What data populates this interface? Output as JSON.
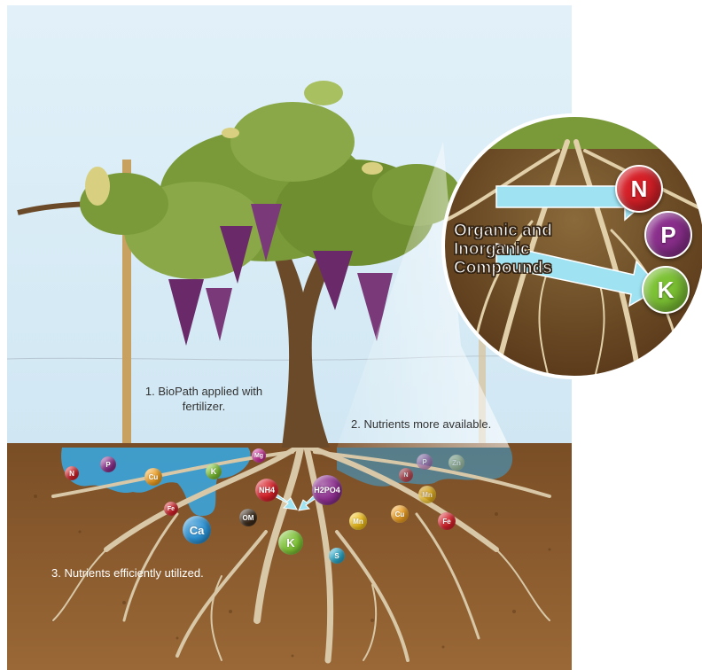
{
  "labels": {
    "step1": "1. BioPath applied with fertilizer.",
    "step2": "2. Nutrients more available.",
    "step3": "3. Nutrients efficiently utilized."
  },
  "inset": {
    "text_lines": [
      "Organic and",
      "Inorganic",
      "Compounds"
    ],
    "npk": [
      {
        "symbol": "N",
        "color": "#d62028"
      },
      {
        "symbol": "P",
        "color": "#8a2e8c"
      },
      {
        "symbol": "K",
        "color": "#7cc234"
      }
    ]
  },
  "nutrients": [
    {
      "symbol": "N",
      "color": "#d62028",
      "size": "small"
    },
    {
      "symbol": "P",
      "color": "#8a2e8c",
      "size": "small"
    },
    {
      "symbol": "Cu",
      "color": "#f0a020",
      "size": "small"
    },
    {
      "symbol": "Fe",
      "color": "#d62028",
      "size": "small"
    },
    {
      "symbol": "Ca",
      "color": "#2a8fd0",
      "size": "large"
    },
    {
      "symbol": "K",
      "color": "#7cc234",
      "size": "small"
    },
    {
      "symbol": "Mg",
      "color": "#d0309a",
      "size": "small"
    },
    {
      "symbol": "NH4",
      "color": "#d62028",
      "size": "medium"
    },
    {
      "symbol": "H2PO4",
      "color": "#8a2e8c",
      "size": "medium"
    },
    {
      "symbol": "OM",
      "color": "#3a2a1a",
      "size": "small"
    },
    {
      "symbol": "K",
      "color": "#7cc234",
      "size": "medium"
    },
    {
      "symbol": "Mn",
      "color": "#f2c018",
      "size": "small"
    },
    {
      "symbol": "Cu",
      "color": "#f0a020",
      "size": "small"
    },
    {
      "symbol": "Fe",
      "color": "#d62028",
      "size": "small"
    },
    {
      "symbol": "S",
      "color": "#2aa8c8",
      "size": "small"
    },
    {
      "symbol": "N",
      "color": "#d62028",
      "size": "small"
    },
    {
      "symbol": "P",
      "color": "#b070c0",
      "size": "small"
    },
    {
      "symbol": "Mn",
      "color": "#f2c018",
      "size": "small"
    },
    {
      "symbol": "Zn",
      "color": "#c0d8a0",
      "size": "small"
    }
  ],
  "colors": {
    "sky": "#dcedf6",
    "soil": "#8a5a2e",
    "soil_dark": "#6e4420",
    "fertilizer": "#3aa4dc",
    "trunk": "#6b4a2a",
    "leaf": "#7a9a3a",
    "grape": "#6a2a6a",
    "root": "#d8c8a8"
  }
}
